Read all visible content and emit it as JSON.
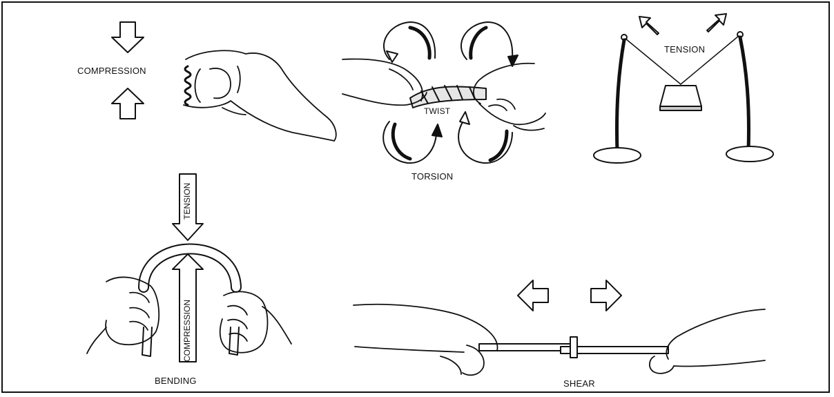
{
  "labels": {
    "compression": "COMPRESSION",
    "torsion": "TORSION",
    "twist": "TWIST",
    "tension_top": "TENSION",
    "tension_bend": "TENSION",
    "compression_bend": "COMPRESSION",
    "bending": "BENDING",
    "shear": "SHEAR"
  },
  "colors": {
    "ink": "#111111",
    "paper": "#ffffff",
    "shade": "#d9d9d9"
  }
}
